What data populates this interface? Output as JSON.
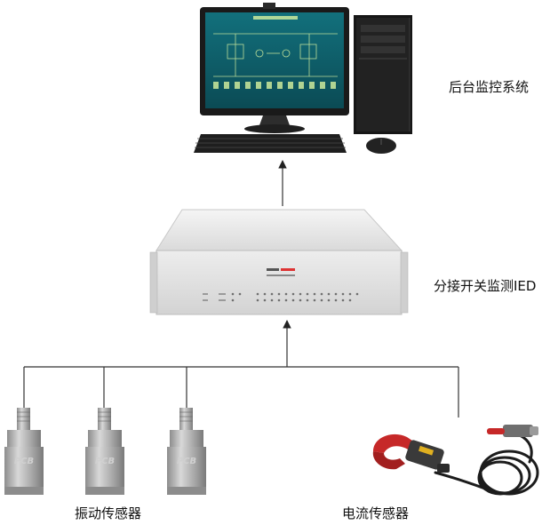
{
  "labels": {
    "backend": "后台监控系统",
    "ied": "分接开关监测IED",
    "vibration": "振动传感器",
    "current": "电流传感器"
  },
  "device": {
    "brand": "PCB"
  },
  "colors": {
    "line": "#333333",
    "screen": "#0f5a66",
    "screen_lines": "#d9f3a0",
    "case": "#1b1b1b",
    "chassis": "#e8e8e8",
    "sensor_metal": "#a9a9a9",
    "clamp_red": "#c62828",
    "cable": "#1c1c1c"
  }
}
